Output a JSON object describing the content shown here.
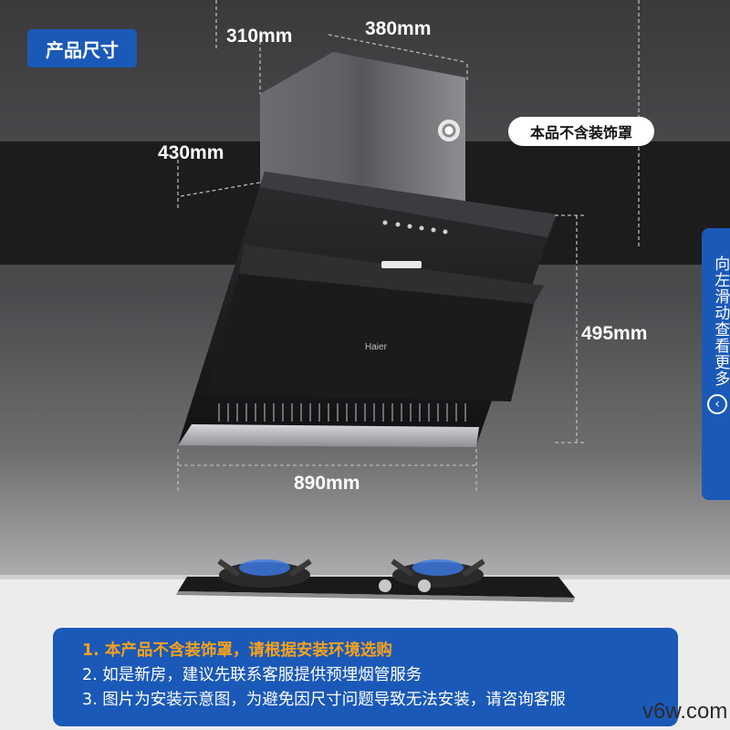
{
  "badge": {
    "title": "产品尺寸"
  },
  "dimensions": {
    "depth_top": "310mm",
    "width_top": "380mm",
    "depth_body": "430mm",
    "height": "495mm",
    "width": "890mm"
  },
  "callout": {
    "text": "本品不含装饰罩"
  },
  "product": {
    "brand_logo": "Haier"
  },
  "side_panel": {
    "text": "向左滑动查看更多",
    "icon": "chevron-left-icon"
  },
  "notes": [
    "1. 本产品不含装饰罩，请根据安装环境选购",
    "2. 如是新房，建议先联系客服提供预埋烟管服务",
    "3. 图片为安装示意图，为避免因尺寸问题导致无法安装，请咨询客服"
  ],
  "watermark": "v6w.com",
  "colors": {
    "accent_blue": "#1b59b8",
    "highlight_orange": "#f7a21b"
  }
}
